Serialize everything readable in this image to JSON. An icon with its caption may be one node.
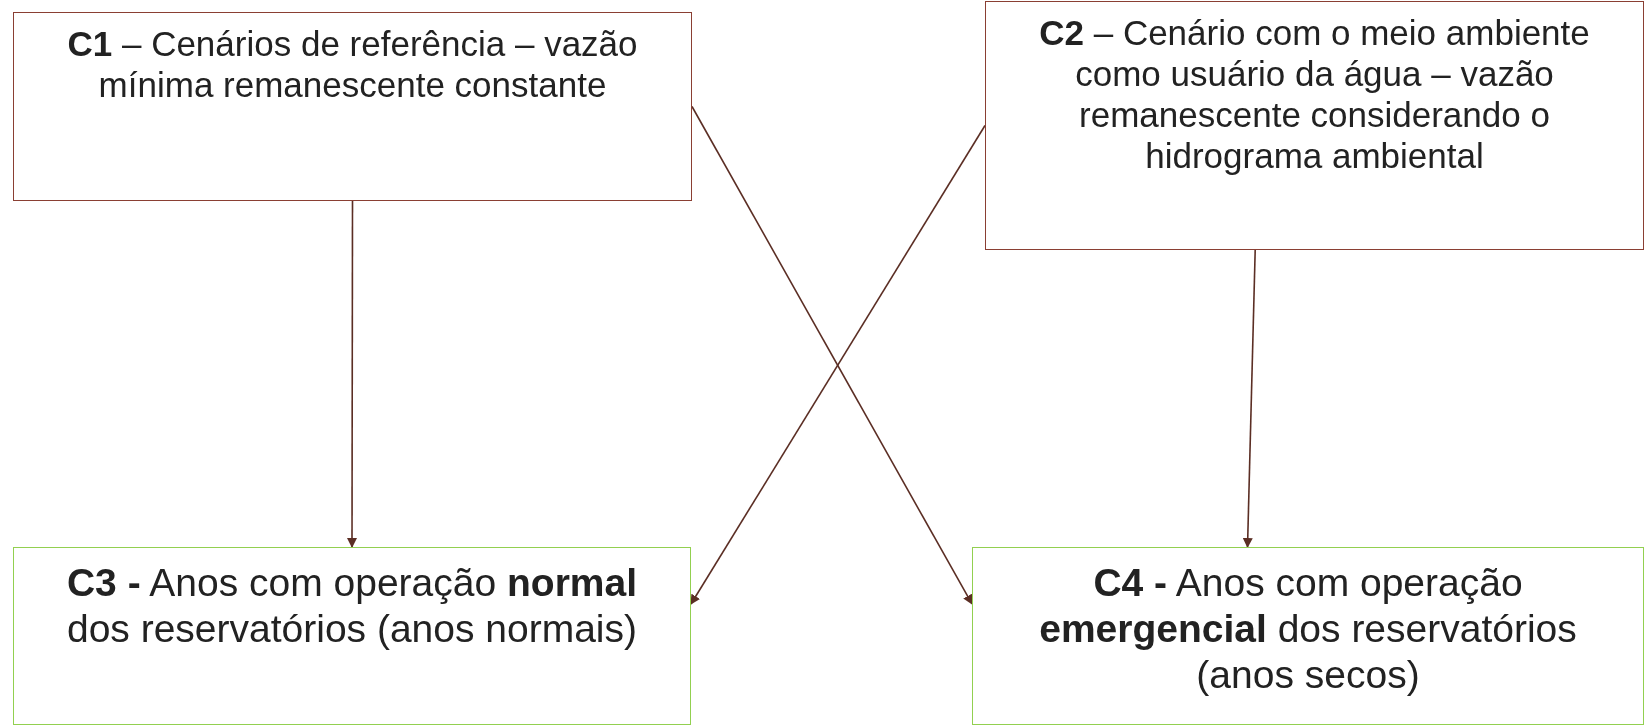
{
  "diagram": {
    "nodes": [
      {
        "text": [
          "**C1** – Cenários de referência – vazão mínima remanescente constante"
        ]
      },
      {
        "text": [
          "**C2** – Cenário com o meio ambiente como usuário da água – vazão remanescente considerando o hidrograma ambiental"
        ]
      },
      {
        "text": [
          "**C3 -** Anos com operação **normal** dos reservatórios (anos normais)"
        ]
      },
      {
        "text": [
          "**C4 -** Anos com operação **emergencial** dos reservatórios (anos secos)"
        ]
      }
    ],
    "edges": [
      {
        "from": 0,
        "to": 2,
        "arrow": "to"
      },
      {
        "from": 0,
        "to": 3,
        "arrow": "to"
      },
      {
        "from": 1,
        "to": 2,
        "arrow": "to"
      },
      {
        "from": 1,
        "to": 3,
        "arrow": "to"
      }
    ]
  }
}
